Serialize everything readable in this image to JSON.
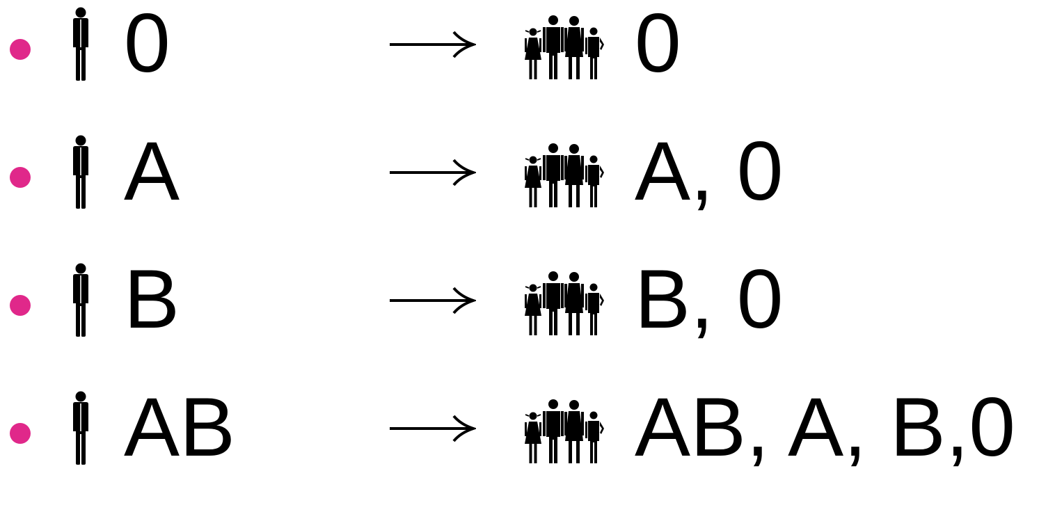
{
  "accent_color": "#e0288a",
  "rows": [
    {
      "parent_icon": "person-icon",
      "parent": "0",
      "arrow": "arrow-right-icon",
      "children_icon": "family-icon",
      "children": "0"
    },
    {
      "parent_icon": "person-icon",
      "parent": "A",
      "arrow": "arrow-right-icon",
      "children_icon": "family-icon",
      "children": "A, 0"
    },
    {
      "parent_icon": "person-icon",
      "parent": "B",
      "arrow": "arrow-right-icon",
      "children_icon": "family-icon",
      "children": "B, 0"
    },
    {
      "parent_icon": "person-icon",
      "parent": "AB",
      "arrow": "arrow-right-icon",
      "children_icon": "family-icon",
      "children": "AB, A, B,0"
    }
  ]
}
